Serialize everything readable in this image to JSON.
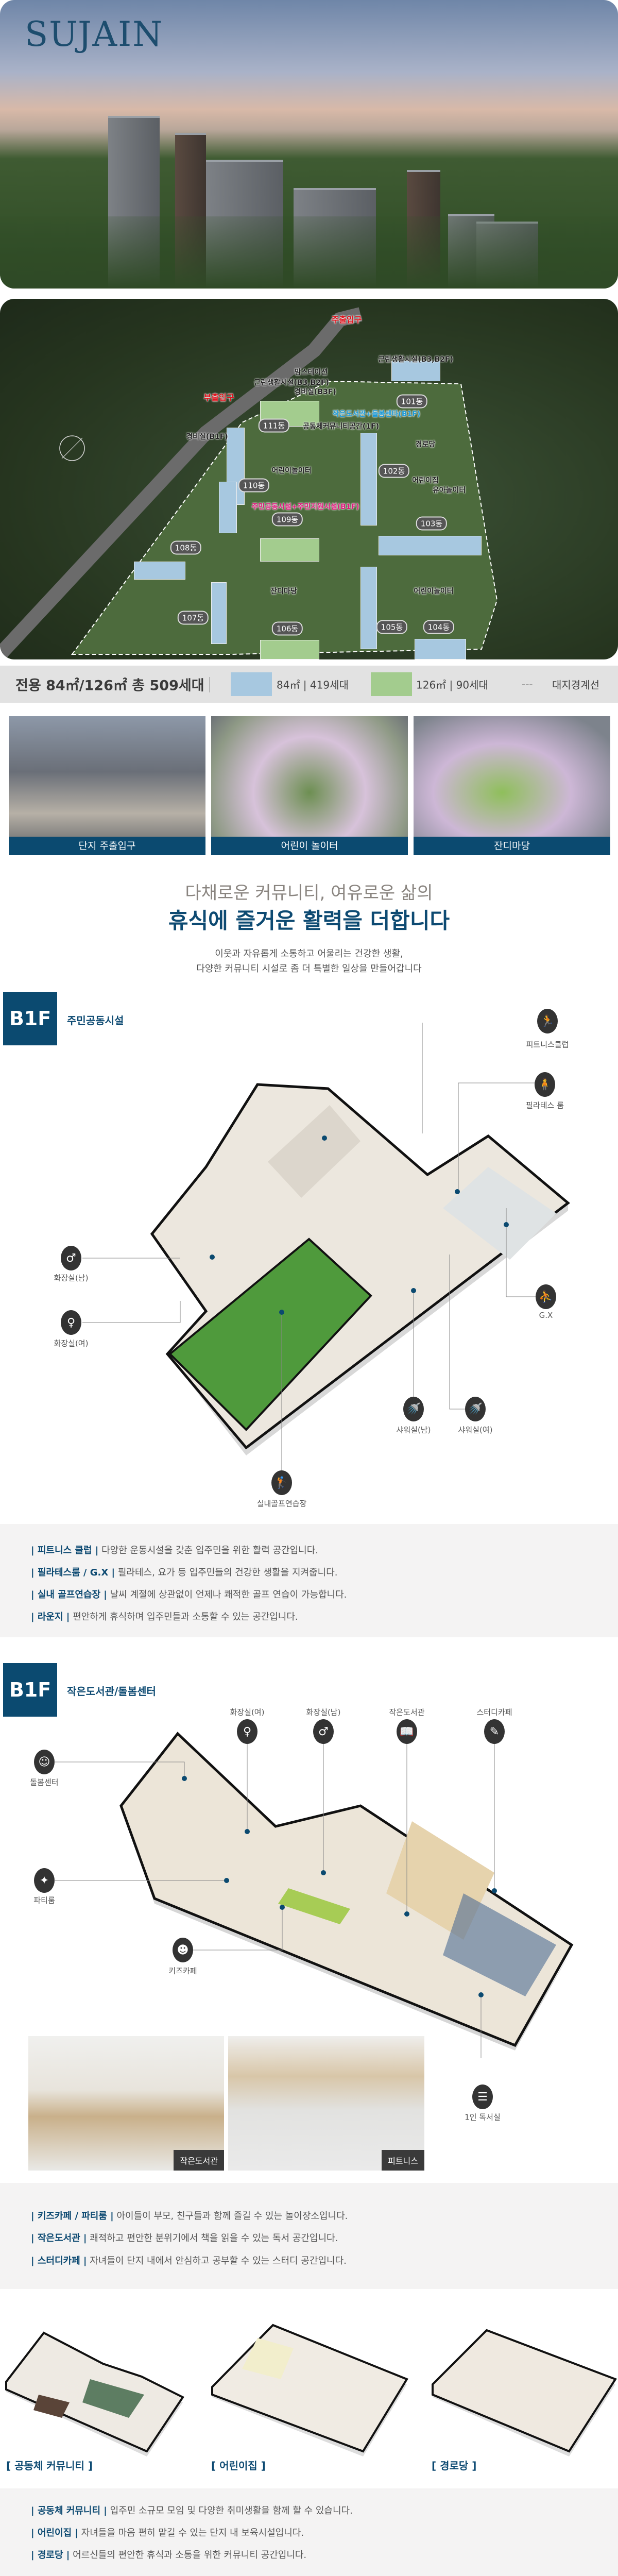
{
  "hero": {
    "logo": "SUJAIN"
  },
  "site_plan": {
    "labels": {
      "main_entrance": "주출입구",
      "sub_entrance": "부출입구",
      "retail_right": "근린생활시설(B3,B2F)",
      "moms_station": "맘스테이션",
      "retail_left": "근린생활시설(B3,B2F)",
      "guard_b3f": "경비실(B3F)",
      "library_care": "작은도서관+돌봄센타(B1F)",
      "community_space": "공동체커뮤니티공간(1F)",
      "guard_b1f": "경비실(B1F)",
      "senior_center": "경로당",
      "playground_1": "어린이놀이터",
      "daycare": "어린이집",
      "toddler_playground": "유아놀이터",
      "resident_facility": "주민공동시설+주민지원시설(B1F)",
      "lawn": "잔디마당",
      "playground_2": "어린이놀이터"
    },
    "buildings": [
      "101동",
      "102동",
      "103동",
      "104동",
      "105동",
      "106동",
      "107동",
      "108동",
      "109동",
      "110동",
      "111동"
    ]
  },
  "legend": {
    "summary": "전용 84㎡/126㎡ 총 509세대",
    "items": [
      {
        "label": "84㎡ | 419세대",
        "color": "#a7c8e0"
      },
      {
        "label": "126㎡ | 90세대",
        "color": "#a3cc8e"
      },
      {
        "label": "대지경계선",
        "marker": "---"
      }
    ]
  },
  "gallery": [
    {
      "caption": "단지 주출입구"
    },
    {
      "caption": "어린이 놀이터"
    },
    {
      "caption": "잔디마당"
    }
  ],
  "intro": {
    "line1": "다채로운 커뮤니티, 여유로운 삶의",
    "headline": "휴식에 즐거운 활력을 더합니다",
    "sub1": "이웃과 자유롭게 소통하고 어울리는 건강한 생활,",
    "sub2": "다양한 커뮤니티 시설로 좀 더 특별한 일상을 만들어갑니다"
  },
  "floor1": {
    "badge": "B1F",
    "title": "주민공동시설",
    "markers": {
      "fitness": {
        "label": "피트니스클럽",
        "icon": "treadmill-icon"
      },
      "pilates": {
        "label": "필라테스 룸",
        "icon": "pilates-icon"
      },
      "gx": {
        "label": "G.X",
        "icon": "gx-icon"
      },
      "toilet_m": {
        "label": "화장실(남)",
        "icon": "man-icon"
      },
      "toilet_f": {
        "label": "화장실(여)",
        "icon": "woman-icon"
      },
      "shower_m": {
        "label": "샤워실(남)",
        "icon": "shower-icon"
      },
      "shower_f": {
        "label": "샤워실(여)",
        "icon": "shower-icon"
      },
      "golf": {
        "label": "실내골프연습장",
        "icon": "golf-icon"
      }
    },
    "descriptions": [
      {
        "name": "피트니스 클럽",
        "text": "다양한 운동시설을 갖춘 입주민을 위한 활력 공간입니다."
      },
      {
        "name": "필라테스룸 / G.X",
        "text": "필라테스, 요가 등 입주민들의 건강한 생활을 지켜줍니다."
      },
      {
        "name": "실내 골프연습장",
        "text": "날씨 계절에 상관없이 언제나 쾌적한 골프 연습이 가능합니다."
      },
      {
        "name": "라운지",
        "text": "편안하게 휴식하며 입주민들과 소통할 수 있는 공간입니다."
      }
    ]
  },
  "floor2": {
    "badge": "B1F",
    "title": "작은도서관/돌봄센터",
    "markers": {
      "toilet_f": {
        "label": "화장실(여)",
        "icon": "woman-icon"
      },
      "toilet_m": {
        "label": "화장실(남)",
        "icon": "man-icon"
      },
      "library": {
        "label": "작은도서관",
        "icon": "book-icon"
      },
      "study_cafe": {
        "label": "스터디카페",
        "icon": "study-icon"
      },
      "care_center": {
        "label": "돌봄센터",
        "icon": "care-icon"
      },
      "party_room": {
        "label": "파티룸",
        "icon": "firework-icon"
      },
      "kids_cafe": {
        "label": "키즈카페",
        "icon": "child-icon"
      },
      "reading_room": {
        "label": "1인 독서실",
        "icon": "books-icon"
      }
    },
    "photos": [
      {
        "caption": "작은도서관"
      },
      {
        "caption": "피트니스"
      }
    ],
    "descriptions": [
      {
        "name": "키즈카페 / 파티룸",
        "text": "아이들이 부모, 친구들과 함께 즐길 수 있는 놀이장소입니다."
      },
      {
        "name": "작은도서관",
        "text": "쾌적하고 편안한 분위기에서 책을 읽을 수 있는 독서 공간입니다."
      },
      {
        "name": "스터디카페",
        "text": "자녀들이 단지 내에서 안심하고 공부할 수 있는 스터디 공간입니다."
      }
    ]
  },
  "facilities": {
    "plans": [
      {
        "caption": "[ 공동체 커뮤니티 ]"
      },
      {
        "caption": "[ 어린이집 ]"
      },
      {
        "caption": "[ 경로당 ]"
      }
    ],
    "descriptions": [
      {
        "name": "공동체 커뮤니티",
        "text": "입주민 소규모 모임 및 다양한 취미생활을 함께 할 수 있습니다."
      },
      {
        "name": "어린이집",
        "text": "자녀들을 마음 편히 맡길 수 있는 단지 내 보육시설입니다."
      },
      {
        "name": "경로당",
        "text": "어르신들의 편안한 휴식과 소통을 위한 커뮤니티 공간입니다."
      }
    ]
  },
  "colors": {
    "brand_navy": "#0b4a70",
    "unit_84": "#a7c8e0",
    "unit_126": "#a3cc8e"
  }
}
